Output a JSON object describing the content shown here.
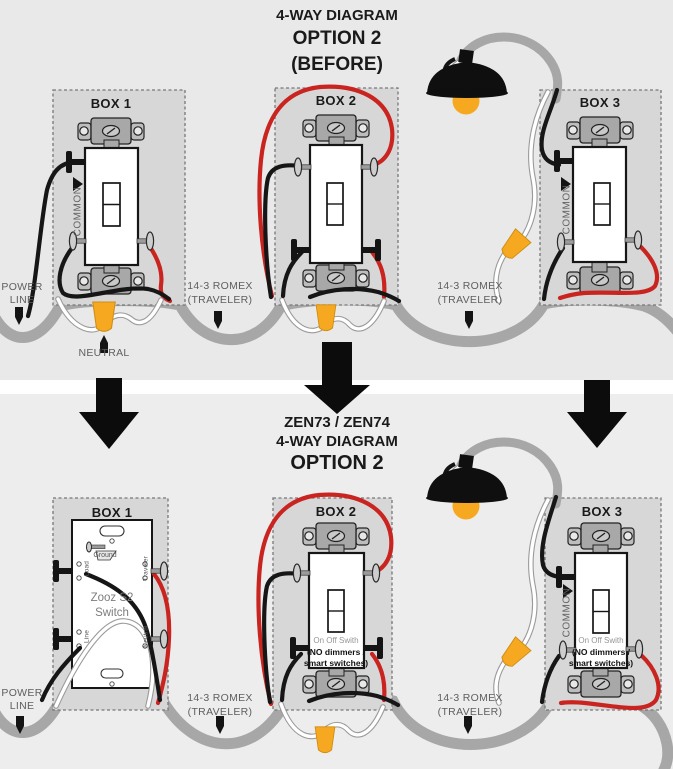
{
  "top": {
    "title": [
      "4-WAY DIAGRAM",
      "OPTION 2",
      "(BEFORE)"
    ],
    "box1": {
      "label": "BOX 1",
      "common": "COMMON"
    },
    "box2": {
      "label": "BOX 2"
    },
    "box3": {
      "label": "BOX 3",
      "common": "COMMON"
    },
    "power_line": [
      "POWER",
      "LINE"
    ],
    "neutral": "NEUTRAL",
    "romex_left": [
      "14-3 ROMEX",
      "(TRAVELER)"
    ],
    "romex_right": [
      "14-3 ROMEX",
      "(TRAVELER)"
    ]
  },
  "bottom": {
    "title": [
      "ZEN73 / ZEN74",
      "4-WAY DIAGRAM",
      "OPTION 2"
    ],
    "box1": {
      "label": "BOX 1",
      "device": [
        "Zooz S2",
        "Switch"
      ],
      "terminals": {
        "ground": "Ground",
        "load": "Load",
        "traveler": "Traveler",
        "line": "Line",
        "neutral": "Neutral"
      }
    },
    "box2": {
      "label": "BOX 2",
      "switch_note": [
        "On Off Swith",
        "(NO dimmers /",
        "smart switches)"
      ]
    },
    "box3": {
      "label": "BOX 3",
      "common": "COMMON",
      "switch_note": [
        "On Off Swith",
        "(NO dimmers /",
        "smart switches)"
      ]
    },
    "power_line": [
      "POWER",
      "LINE"
    ],
    "romex_left": [
      "14-3 ROMEX",
      "(TRAVELER)"
    ],
    "romex_right": [
      "14-3 ROMEX",
      "(TRAVELER)"
    ]
  },
  "colors": {
    "background_top": "#e9e9e9",
    "background_bottom": "#ededed",
    "box_fill": "#d7d7d7",
    "romex_gray": "#a7a7a7",
    "wire_black": "#161616",
    "wire_red": "#c9241f",
    "wire_white": "#ffffff",
    "wire_nut_orange": "#f6a821",
    "bulb_orange": "#f6a821"
  }
}
